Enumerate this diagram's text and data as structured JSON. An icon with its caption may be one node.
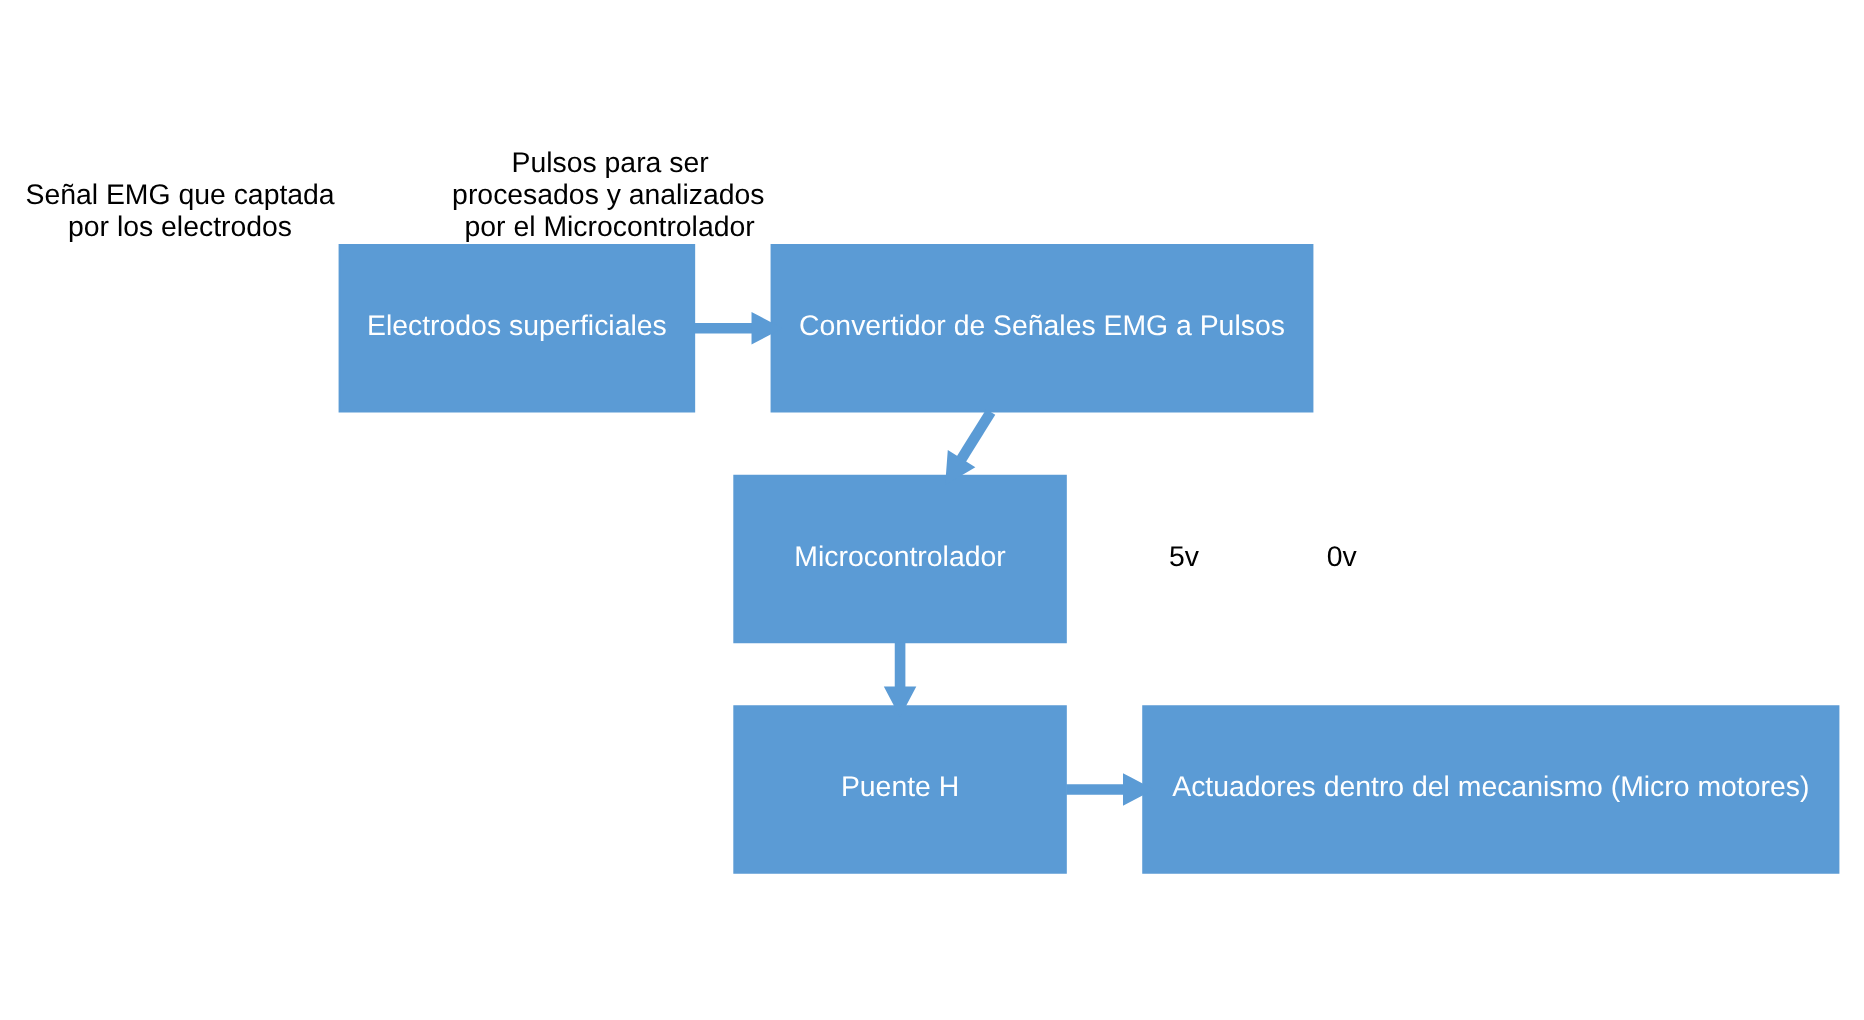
{
  "diagram": {
    "nodes": [
      {
        "text": [
          "Electrodos superficiales"
        ],
        "beside": [
          "Señal EMG que captada por los electrodos"
        ]
      },
      {
        "text": [
          "Convertidor de Señales EMG a Pulsos"
        ],
        "beside": [
          "Pulsos para ser procesados y analizados por el Microcontrolador"
        ]
      },
      {
        "text": [
          "Microcontrolador"
        ]
      },
      {
        "text": [
          "Puente H"
        ]
      },
      {
        "text": [
          "Actuadores dentro del mecanismo (Micro motores)"
        ]
      }
    ],
    "edges": [
      {
        "from": 0,
        "to": 1,
        "arrow": "to"
      },
      {
        "from": 1,
        "to": 2,
        "arrow": "to"
      },
      {
        "from": 2,
        "to": 3,
        "arrow": "to"
      },
      {
        "from": 3,
        "to": 4,
        "arrow": "to"
      }
    ],
    "labels": [
      "5v",
      "0v"
    ]
  }
}
